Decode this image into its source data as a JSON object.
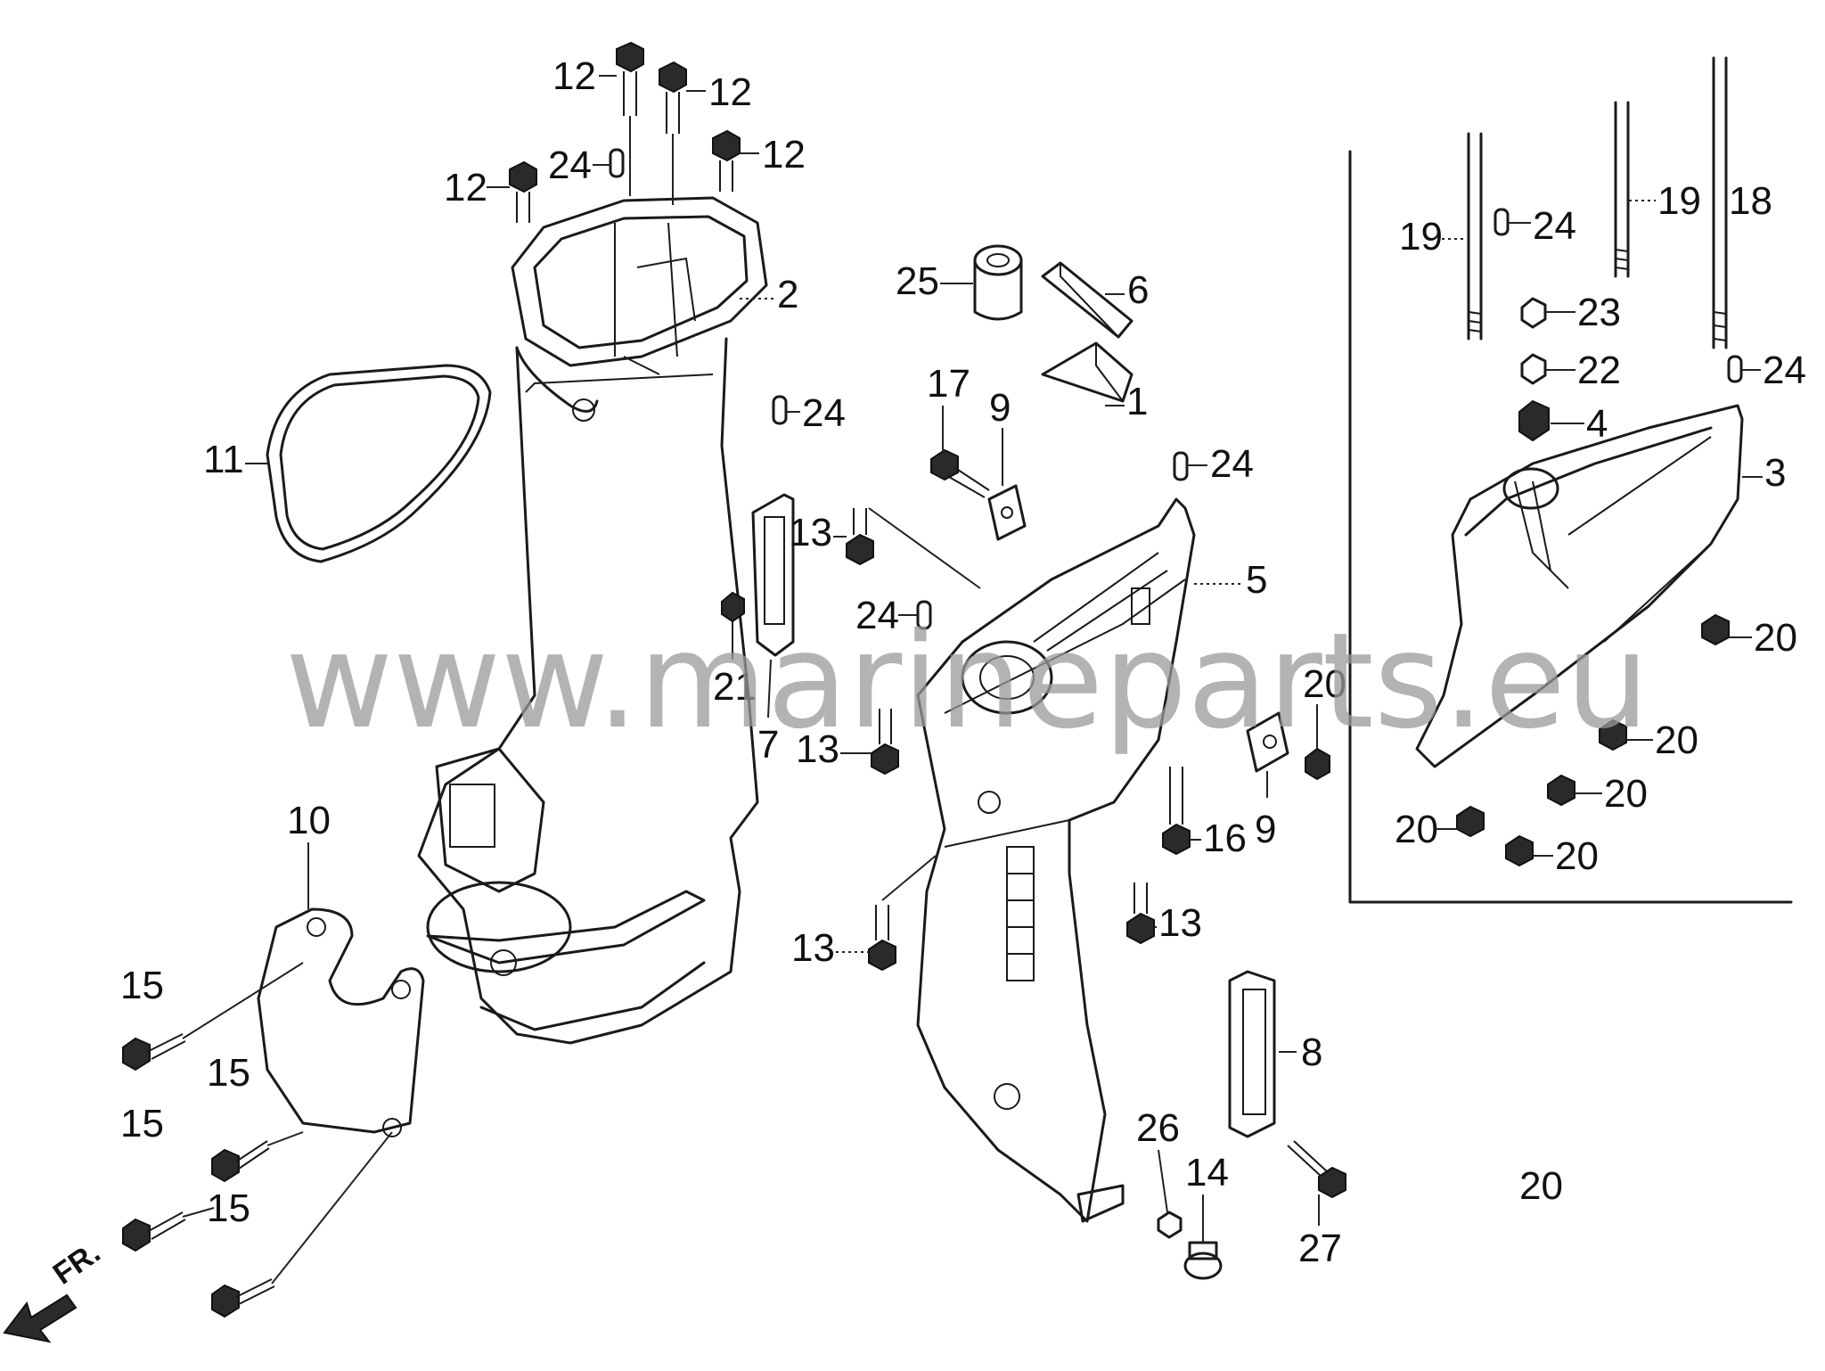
{
  "watermark": "www.marineparts.eu",
  "direction_label": "FR.",
  "callouts": {
    "c1": "1",
    "c2": "2",
    "c3": "3",
    "c4": "4",
    "c5": "5",
    "c6": "6",
    "c7": "7",
    "c8": "8",
    "c9a": "9",
    "c9b": "9",
    "c10": "10",
    "c11": "11",
    "c12a": "12",
    "c12b": "12",
    "c12c": "12",
    "c12d": "12",
    "c13a": "13",
    "c13b": "13",
    "c13c": "13",
    "c13d": "13",
    "c14": "14",
    "c15a": "15",
    "c15b": "15",
    "c15c": "15",
    "c15d": "15",
    "c16": "16",
    "c17": "17",
    "c18": "18",
    "c19a": "19",
    "c19b": "19",
    "c20a": "20",
    "c20b": "20",
    "c20c": "20",
    "c20d": "20",
    "c20e": "20",
    "c20f": "20",
    "c20g": "20",
    "c21": "21",
    "c22": "22",
    "c23": "23",
    "c24a": "24",
    "c24b": "24",
    "c24c": "24",
    "c24d": "24",
    "c24e": "24",
    "c24f": "24",
    "c25": "25",
    "c26": "26",
    "c27": "27"
  }
}
